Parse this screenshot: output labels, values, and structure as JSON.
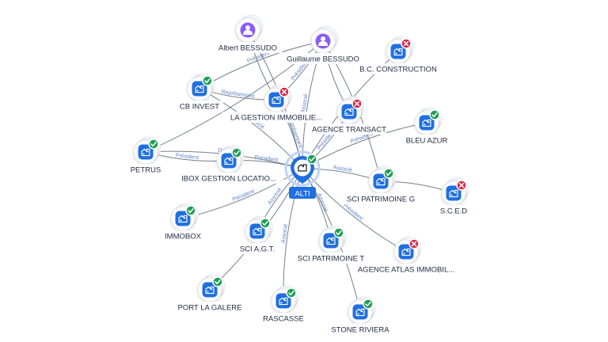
{
  "colors": {
    "company": "#1f6fe0",
    "person": "#8b5cf6",
    "active": "#1f9d55",
    "inactive": "#e0284a",
    "edge": "#5d6878",
    "edge_label": "#5b7fc4",
    "center": "#1f6fe0"
  },
  "center": {
    "id": "alti",
    "label": "ALTI",
    "status": "active",
    "icon": "building-icon"
  },
  "nodes": [
    {
      "id": "albert",
      "label": "Albert BESSUDO",
      "type": "person",
      "status": null,
      "icon": "person-icon"
    },
    {
      "id": "guillaume",
      "label": "Guillaume BESSUDO",
      "type": "person",
      "status": null,
      "icon": "person-icon"
    },
    {
      "id": "bc",
      "label": "B.C. CONSTRUCTION",
      "type": "company",
      "status": "inactive",
      "icon": "building-icon"
    },
    {
      "id": "cbinvest",
      "label": "CB INVEST",
      "type": "company",
      "status": "active",
      "icon": "building-icon"
    },
    {
      "id": "gestion",
      "label": "LA GESTION IMMOBILIE...",
      "type": "company",
      "status": "inactive",
      "icon": "building-icon"
    },
    {
      "id": "transact",
      "label": "AGENCE TRANSACT",
      "type": "company",
      "status": "inactive",
      "icon": "building-icon"
    },
    {
      "id": "bleuazur",
      "label": "BLEU AZUR",
      "type": "company",
      "status": "active",
      "icon": "building-icon"
    },
    {
      "id": "petrus",
      "label": "PETRUS",
      "type": "company",
      "status": "active",
      "icon": "building-icon"
    },
    {
      "id": "ibox",
      "label": "IBOX GESTION LOCATIO...",
      "type": "company",
      "status": "active",
      "icon": "building-icon"
    },
    {
      "id": "scipatg",
      "label": "SCI PATRIMOINE G",
      "type": "company",
      "status": "active",
      "icon": "building-icon"
    },
    {
      "id": "sced",
      "label": "S.C.E.D",
      "type": "company",
      "status": "inactive",
      "icon": "building-icon"
    },
    {
      "id": "immobox",
      "label": "IMMOBOX",
      "type": "company",
      "status": "active",
      "icon": "building-icon"
    },
    {
      "id": "sciagt",
      "label": "SCI A.G.T.",
      "type": "company",
      "status": "active",
      "icon": "building-icon"
    },
    {
      "id": "scipatt",
      "label": "SCI PATRIMOINE T",
      "type": "company",
      "status": "active",
      "icon": "building-icon"
    },
    {
      "id": "atlas",
      "label": "AGENCE ATLAS IMMOBIL...",
      "type": "company",
      "status": "inactive",
      "icon": "building-icon"
    },
    {
      "id": "portgalere",
      "label": "PORT LA GALERE",
      "type": "company",
      "status": "active",
      "icon": "building-icon"
    },
    {
      "id": "rascasse",
      "label": "RASCASSE",
      "type": "company",
      "status": "active",
      "icon": "building-icon"
    },
    {
      "id": "stone",
      "label": "STONE RIVIERA",
      "type": "company",
      "status": "active",
      "icon": "building-icon"
    }
  ],
  "edges": [
    {
      "from": "albert",
      "to": "alti",
      "label": "Re"
    },
    {
      "from": "guillaume",
      "to": "alti",
      "label": "Associé"
    },
    {
      "from": "guillaume",
      "to": "gestion",
      "label": "Président"
    },
    {
      "from": "guillaume",
      "to": "cbinvest",
      "label": "Président"
    },
    {
      "from": "guillaume",
      "to": "petrus",
      "label": ""
    },
    {
      "from": "guillaume",
      "to": "transact",
      "label": ""
    },
    {
      "from": "guillaume",
      "to": "scipatg",
      "label": ""
    },
    {
      "from": "albert",
      "to": "gestion",
      "label": ""
    },
    {
      "from": "cbinvest",
      "to": "alti",
      "label": "Associé"
    },
    {
      "from": "cbinvest",
      "to": "gestion",
      "label": "Représentant"
    },
    {
      "from": "gestion",
      "to": "alti",
      "label": "Représentant"
    },
    {
      "from": "bc",
      "to": "alti",
      "label": ""
    },
    {
      "from": "transact",
      "to": "alti",
      "label": "Président"
    },
    {
      "from": "bleuazur",
      "to": "alti",
      "label": "Président"
    },
    {
      "from": "petrus",
      "to": "alti",
      "label": "Direct"
    },
    {
      "from": "petrus",
      "to": "ibox",
      "label": "Président"
    },
    {
      "from": "ibox",
      "to": "alti",
      "label": "Président"
    },
    {
      "from": "scipatg",
      "to": "alti",
      "label": "Associé"
    },
    {
      "from": "scipatg",
      "to": "sced",
      "label": ""
    },
    {
      "from": "immobox",
      "to": "alti",
      "label": "Président"
    },
    {
      "from": "sciagt",
      "to": "alti",
      "label": "Associé"
    },
    {
      "from": "scipatt",
      "to": "alti",
      "label": "Associé"
    },
    {
      "from": "atlas",
      "to": "alti",
      "label": "Président"
    },
    {
      "from": "portgalere",
      "to": "alti",
      "label": ""
    },
    {
      "from": "rascasse",
      "to": "alti",
      "label": "Associé"
    },
    {
      "from": "stone",
      "to": "alti",
      "label": ""
    }
  ]
}
